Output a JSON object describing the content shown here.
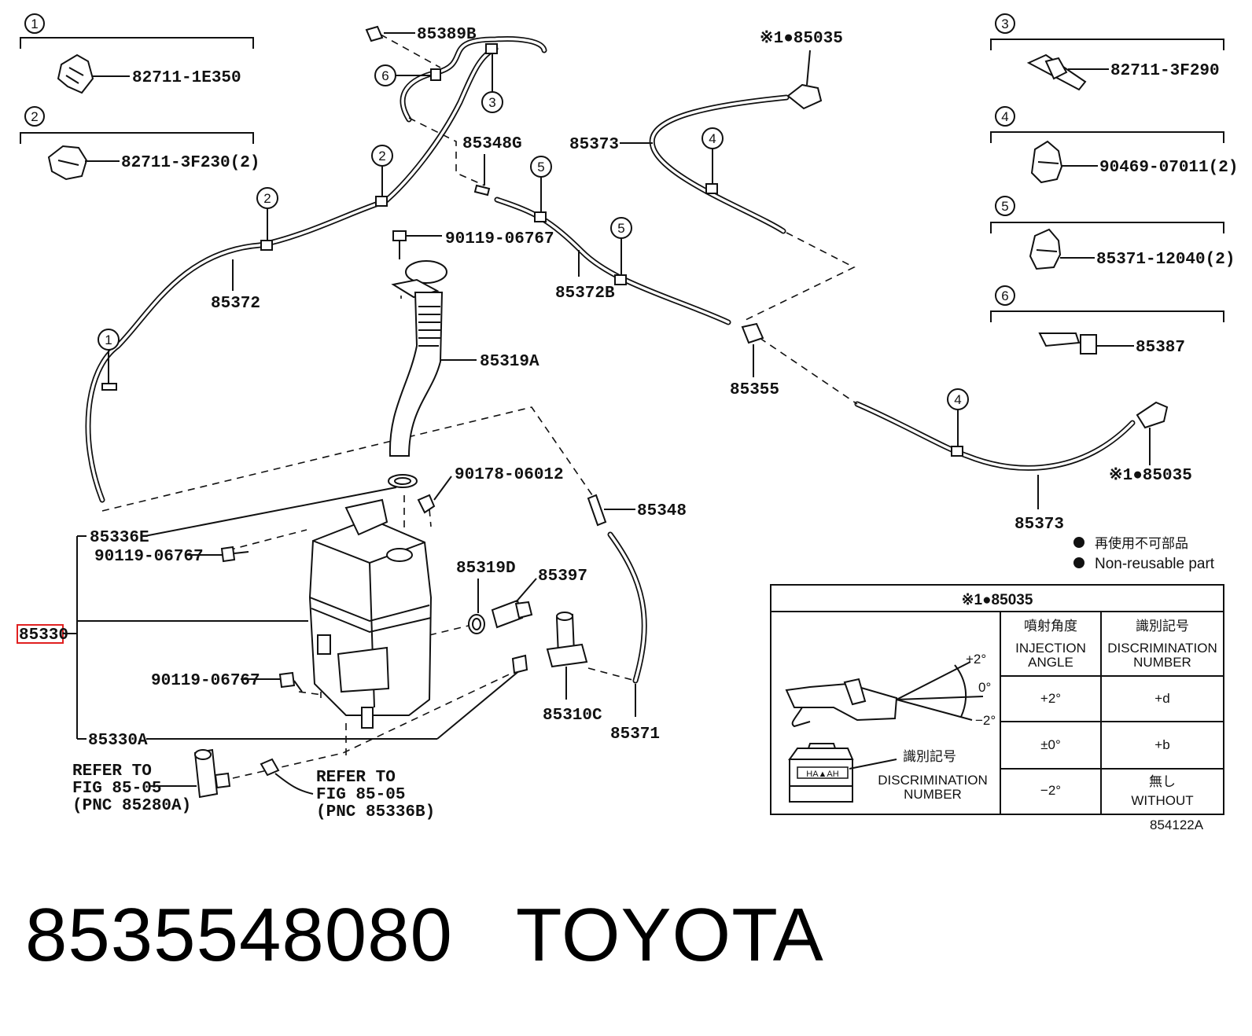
{
  "callouts": {
    "c1": {
      "num": "1",
      "part": "82711-1E350"
    },
    "c2": {
      "num": "2",
      "part": "82711-3F230(2)"
    },
    "c3": {
      "num": "3",
      "part": "82711-3F290"
    },
    "c4": {
      "num": "4",
      "part": "90469-07011(2)"
    },
    "c5": {
      "num": "5",
      "part": "85371-12040(2)"
    },
    "c6": {
      "num": "6",
      "part": "85387"
    }
  },
  "markers": [
    "1",
    "2",
    "3",
    "4",
    "5",
    "6"
  ],
  "parts": {
    "p85389B": "85389B",
    "p85348G": "85348G",
    "p85373a": "85373",
    "p85373b": "85373",
    "p85035a": "※1●85035",
    "p85035b": "※1●85035",
    "p90119a": "90119-06767",
    "p90119b": "90119-06767",
    "p90119c": "90119-06767",
    "p85372": "85372",
    "p85372B": "85372B",
    "p85319A": "85319A",
    "p85355": "85355",
    "p90178": "90178-06012",
    "p85348": "85348",
    "p85336E": "85336E",
    "p85319D": "85319D",
    "p85397": "85397",
    "p85330": "85330",
    "p85310C": "85310C",
    "p85371": "85371",
    "p85330A": "85330A"
  },
  "refs": {
    "left": [
      "REFER TO",
      "FIG 85-05",
      "(PNC 85280A)"
    ],
    "right": [
      "REFER TO",
      "FIG 85-05",
      "(PNC 85336B)"
    ]
  },
  "legend": {
    "jp": "再使用不可部品",
    "en": "Non-reusable part"
  },
  "table": {
    "title": "※1●85035",
    "h_angle_jp": "噴射角度",
    "h_angle_en1": "INJECTION",
    "h_angle_en2": "ANGLE",
    "h_disc_jp": "識別記号",
    "h_disc_en1": "DISCRIMINATION",
    "h_disc_en2": "NUMBER",
    "rows": [
      {
        "angle": "+2°",
        "disc": "+d"
      },
      {
        "angle": "±0°",
        "disc": "+b"
      },
      {
        "angle": "−2°",
        "disc_jp": "無し",
        "disc_en": "WITHOUT"
      }
    ],
    "fig_angles": [
      "+2°",
      "0°",
      "−2°"
    ],
    "fig_label_jp": "識別記号",
    "fig_label_en1": "DISCRIMINATION",
    "fig_label_en2": "NUMBER",
    "fig_stamp": "HA▲AH"
  },
  "figure_code": "854122A",
  "footer": {
    "part_number": "8535548080",
    "brand": "TOYOTA"
  },
  "highlight_color": "#e02020"
}
